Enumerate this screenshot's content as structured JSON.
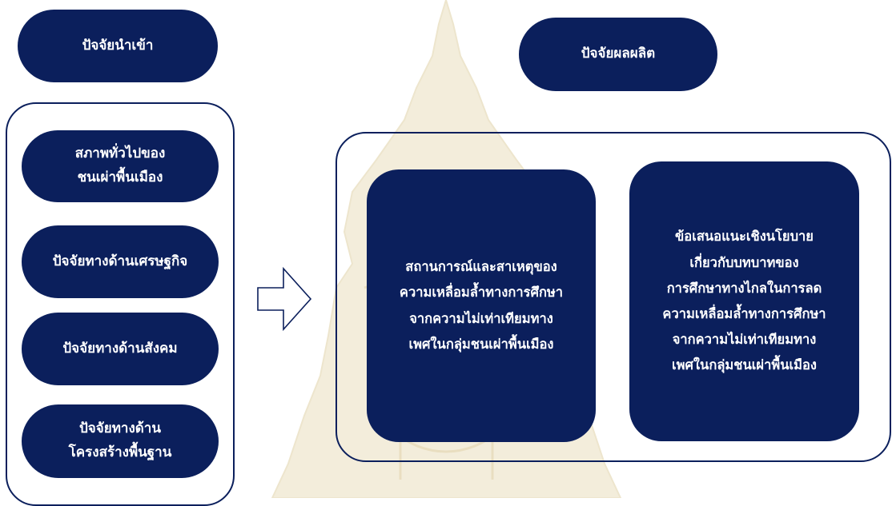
{
  "input_header": "ปัจจัยนำเข้า",
  "output_header": "ปัจจัยผลผลิต",
  "input_factors": [
    "สภาพทั่วไปของ\nชนเผ่าพื้นเมือง",
    "ปัจจัยทางด้านเศรษฐกิจ",
    "ปัจจัยทางด้านสังคม",
    "ปัจจัยทางด้าน\nโครงสร้างพื้นฐาน"
  ],
  "output_items": [
    "สถานการณ์และสาเหตุของ\nความเหลื่อมล้ำทางการศึกษา\nจากความไม่เท่าเทียมทาง\nเพศในกลุ่มชนเผ่าพื้นเมือง",
    "ข้อเสนอแนะเชิงนโยบาย\nเกี่ยวกับบทบาทของ\nการศึกษาทางไกลในการลด\nความเหลื่อมล้ำทางการศึกษา\nจากความไม่เท่าเทียมทาง\nเพศในกลุ่มชนเผ่าพื้นเมือง"
  ],
  "colors": {
    "box_fill": "#0b1f5c",
    "text": "#ffffff",
    "frame_border": "#0b1f5c",
    "watermark": "#efe6cf"
  }
}
